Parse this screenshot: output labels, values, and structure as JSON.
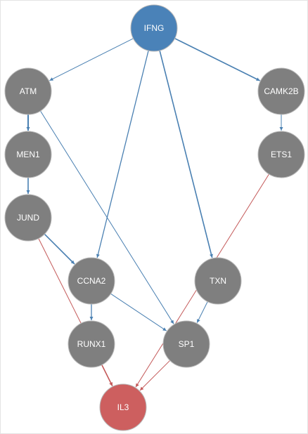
{
  "graph": {
    "colors": {
      "source": "#4a82b8",
      "target": "#cd5f5f",
      "default": "#7f7f7f",
      "edge_blue": "#4a80b2",
      "edge_red": "#c45a5a",
      "node_stroke": "#b8b8b8"
    },
    "nodes": [
      {
        "id": "IFNG",
        "label": "IFNG",
        "role": "source"
      },
      {
        "id": "ATM",
        "label": "ATM",
        "role": "default"
      },
      {
        "id": "CAMK2B",
        "label": "CAMK2B",
        "role": "default"
      },
      {
        "id": "MEN1",
        "label": "MEN1",
        "role": "default"
      },
      {
        "id": "ETS1",
        "label": "ETS1",
        "role": "default"
      },
      {
        "id": "JUND",
        "label": "JUND",
        "role": "default"
      },
      {
        "id": "CCNA2",
        "label": "CCNA2",
        "role": "default"
      },
      {
        "id": "TXN",
        "label": "TXN",
        "role": "default"
      },
      {
        "id": "RUNX1",
        "label": "RUNX1",
        "role": "default"
      },
      {
        "id": "SP1",
        "label": "SP1",
        "role": "default"
      },
      {
        "id": "IL3",
        "label": "IL3",
        "role": "target"
      }
    ],
    "edges": [
      {
        "from": "IFNG",
        "to": "ATM",
        "color": "blue",
        "weight": 1
      },
      {
        "from": "IFNG",
        "to": "CAMK2B",
        "color": "blue",
        "weight": 1.6
      },
      {
        "from": "IFNG",
        "to": "CCNA2",
        "color": "blue",
        "weight": 1.3
      },
      {
        "from": "IFNG",
        "to": "TXN",
        "color": "blue",
        "weight": 1.6
      },
      {
        "from": "ATM",
        "to": "MEN1",
        "color": "blue",
        "weight": 2
      },
      {
        "from": "ATM",
        "to": "SP1",
        "color": "blue",
        "weight": 1
      },
      {
        "from": "MEN1",
        "to": "JUND",
        "color": "blue",
        "weight": 1.6
      },
      {
        "from": "CAMK2B",
        "to": "ETS1",
        "color": "blue",
        "weight": 1
      },
      {
        "from": "JUND",
        "to": "CCNA2",
        "color": "blue",
        "weight": 1.6
      },
      {
        "from": "JUND",
        "to": "IL3",
        "color": "red",
        "weight": 1
      },
      {
        "from": "CCNA2",
        "to": "RUNX1",
        "color": "blue",
        "weight": 1.3
      },
      {
        "from": "CCNA2",
        "to": "SP1",
        "color": "blue",
        "weight": 1
      },
      {
        "from": "TXN",
        "to": "SP1",
        "color": "blue",
        "weight": 1
      },
      {
        "from": "ETS1",
        "to": "IL3",
        "color": "red",
        "weight": 1
      },
      {
        "from": "RUNX1",
        "to": "IL3",
        "color": "red",
        "weight": 1.6
      },
      {
        "from": "SP1",
        "to": "IL3",
        "color": "red",
        "weight": 1
      }
    ]
  }
}
